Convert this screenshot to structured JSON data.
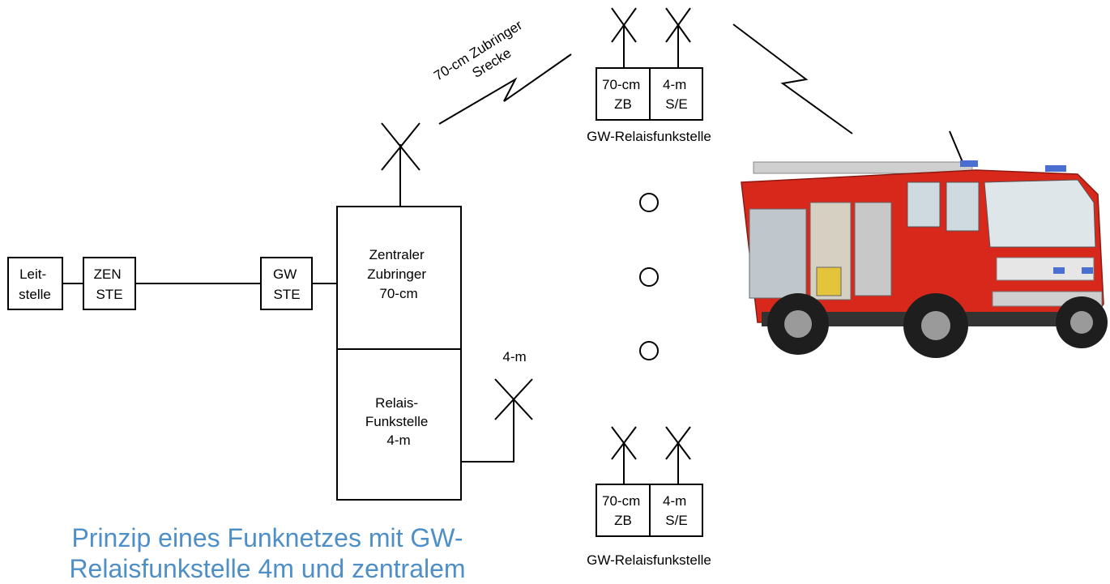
{
  "boxes": {
    "leitstelle": [
      "Leit-",
      "stelle"
    ],
    "zen_ste": [
      "ZEN",
      "STE"
    ],
    "gw_ste": [
      "GW",
      "STE"
    ],
    "zentraler_zubringer": [
      "Zentraler",
      "Zubringer",
      "70-cm"
    ],
    "relais_funkstelle": [
      "Relais-",
      "Funkstelle",
      "4-m"
    ],
    "top_station": {
      "left": [
        "70-cm",
        "ZB"
      ],
      "right": [
        "4-m",
        "S/E"
      ],
      "label": "GW-Relaisfunkstelle"
    },
    "bottom_station": {
      "left": [
        "70-cm",
        "ZB"
      ],
      "right": [
        "4-m",
        "S/E"
      ],
      "label": "GW-Relaisfunkstelle"
    }
  },
  "link_label": [
    "70-cm Zubringer",
    "Srecke"
  ],
  "antenna_label_4m": "4-m",
  "caption": [
    "Prinzip eines Funknetzes mit GW-",
    "Relaisfunkstelle 4m und zentralem"
  ],
  "colors": {
    "caption": "#4f8fc7",
    "truck_body": "#d8281c"
  },
  "icons": {
    "truck": "fire-truck-icon",
    "ellipsis": "circle-dots-icon"
  }
}
